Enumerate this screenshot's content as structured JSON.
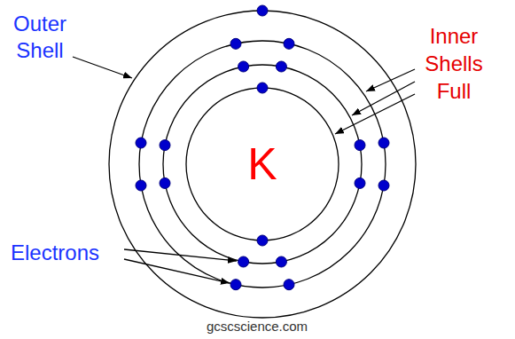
{
  "diagram": {
    "nodes": [
      {
        "text": [
          "K"
        ]
      }
    ],
    "labels": [
      "Outer Shell",
      "Inner Shells Full",
      "Electrons",
      "gcscscience.com"
    ]
  }
}
